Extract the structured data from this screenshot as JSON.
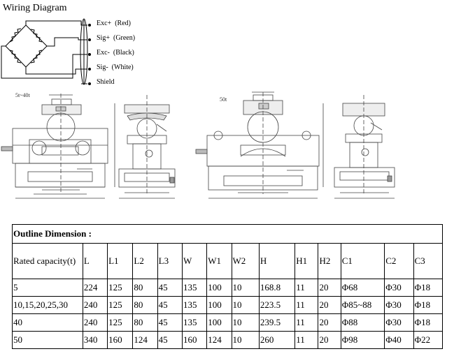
{
  "wiring": {
    "title": "Wiring Diagram",
    "wires": [
      {
        "name": "Exc+",
        "color": "(Red)"
      },
      {
        "name": "Sig+",
        "color": "(Green)"
      },
      {
        "name": "Exc-",
        "color": "(Black)"
      },
      {
        "name": "Sig-",
        "color": "(White)"
      },
      {
        "name": "Shield",
        "color": ""
      }
    ]
  },
  "drawings": {
    "left_caption": "5t~40t",
    "right_caption": "50t"
  },
  "table": {
    "title": "Outline Dimension :",
    "headers": [
      "Rated capacity(t)",
      "L",
      "L1",
      "L2",
      "L3",
      "W",
      "W1",
      "W2",
      "H",
      "H1",
      "H2",
      "C1",
      "C2",
      "C3"
    ],
    "rows": [
      [
        "5",
        "224",
        "125",
        "80",
        "45",
        "135",
        "100",
        "10",
        "168.8",
        "11",
        "20",
        "Φ68",
        "Φ30",
        "Φ18"
      ],
      [
        "10,15,20,25,30",
        "240",
        "125",
        "80",
        "45",
        "135",
        "100",
        "10",
        "223.5",
        "11",
        "20",
        "Φ85~88",
        "Φ30",
        "Φ18"
      ],
      [
        "40",
        "240",
        "125",
        "80",
        "45",
        "135",
        "100",
        "10",
        "239.5",
        "11",
        "20",
        "Φ88",
        "Φ30",
        "Φ18"
      ],
      [
        "50",
        "340",
        "160",
        "124",
        "45",
        "160",
        "124",
        "10",
        "260",
        "11",
        "20",
        "Φ98",
        "Φ40",
        "Φ22"
      ]
    ]
  }
}
